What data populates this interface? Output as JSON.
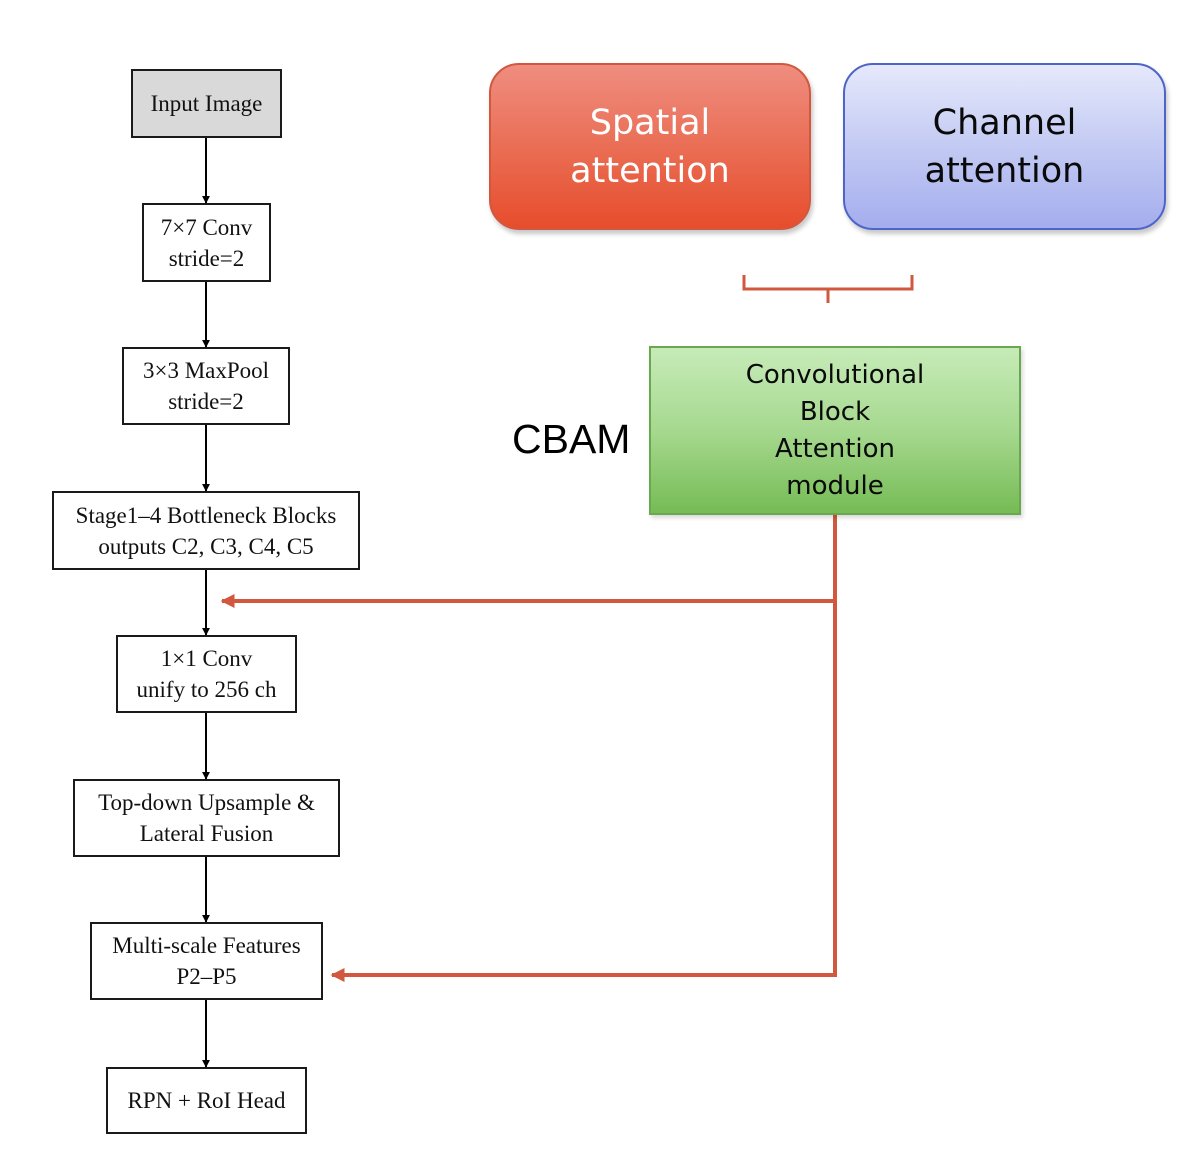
{
  "backbone": {
    "input": {
      "line1": "Input Image"
    },
    "conv7": {
      "line1": "7×7 Conv",
      "line2": "stride=2"
    },
    "pool": {
      "line1": "3×3 MaxPool",
      "line2": "stride=2"
    },
    "stages": {
      "line1": "Stage1–4 Bottleneck Blocks",
      "line2": "outputs C2, C3, C4, C5"
    },
    "conv1": {
      "line1": "1×1 Conv",
      "line2": "unify to 256 ch"
    },
    "topdown": {
      "line1": "Top-down Upsample &",
      "line2": "Lateral Fusion"
    },
    "multi": {
      "line1": "Multi-scale Features",
      "line2": "P2–P5"
    },
    "head": {
      "line1": "RPN + RoI Head"
    }
  },
  "attention": {
    "spatial": {
      "line1": "Spatial",
      "line2": "attention"
    },
    "channel": {
      "line1": "Channel",
      "line2": "attention"
    }
  },
  "cbam": {
    "label": "CBAM",
    "box": {
      "line1": "Convolutional",
      "line2": "Block",
      "line3": "Attention",
      "line4": "module"
    }
  },
  "colors": {
    "connector_red": "#d2573f",
    "arrow_black": "#000000"
  }
}
